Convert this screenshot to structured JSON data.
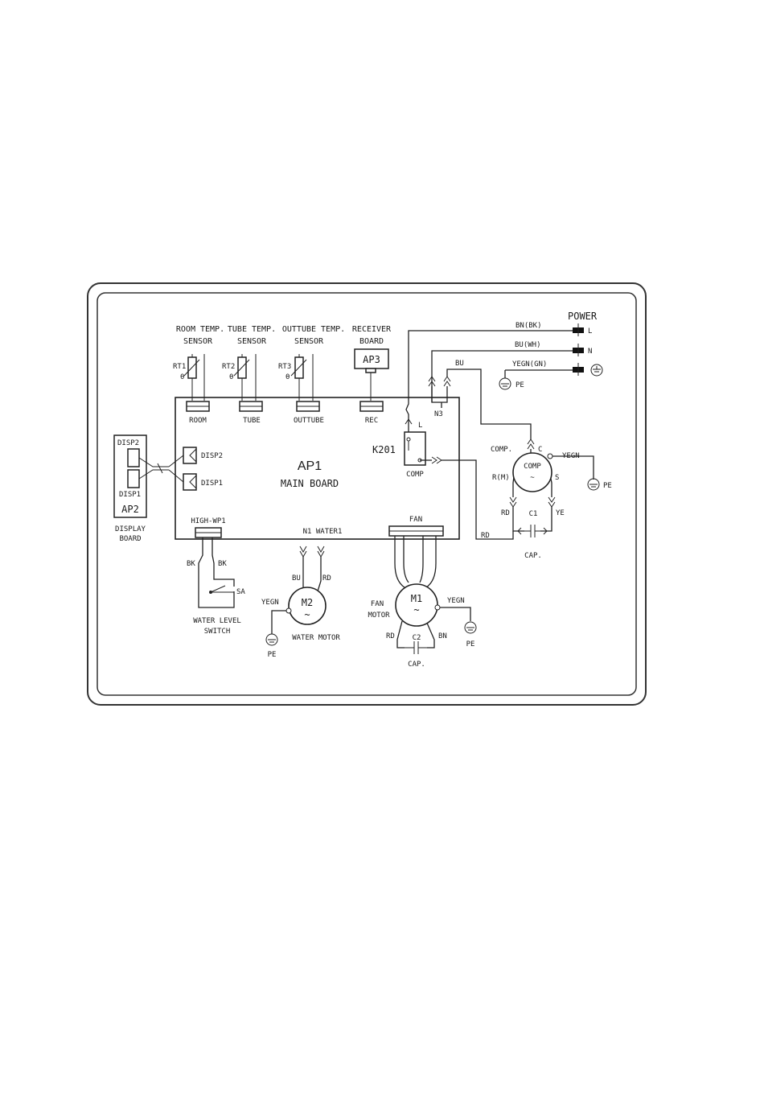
{
  "title": "POWER",
  "sensors": [
    {
      "header1": "ROOM TEMP.",
      "header2": "SENSOR",
      "ref": "RT1",
      "port": "ROOM"
    },
    {
      "header1": "TUBE TEMP.",
      "header2": "SENSOR",
      "ref": "RT2",
      "port": "TUBE"
    },
    {
      "header1": "OUTTUBE TEMP.",
      "header2": "SENSOR",
      "ref": "RT3",
      "port": "OUTTUBE"
    }
  ],
  "receiver": {
    "header1": "RECEIVER",
    "header2": "BOARD",
    "ref": "AP3",
    "port": "REC"
  },
  "main_board": {
    "ref": "AP1",
    "name": "MAIN BOARD",
    "disp2": "DISP2",
    "disp1": "DISP1",
    "high_wp": "HIGH-WP1",
    "water_port": "N1 WATER1",
    "fan_port": "FAN"
  },
  "display_board": {
    "disp2": "DISP2",
    "disp1": "DISP1",
    "ref": "AP2",
    "name1": "DISPLAY",
    "name2": "BOARD"
  },
  "relay": {
    "ref": "K201",
    "l": "L",
    "comp": "COMP"
  },
  "n3": "N3",
  "power": {
    "l_wire": "BN(BK)",
    "n_wire": "BU(WH)",
    "pe_wire": "YEGN(GN)",
    "l": "L",
    "n": "N",
    "pe": "PE"
  },
  "compressor": {
    "title": "COMP.",
    "name": "COMP",
    "c": "C",
    "r": "R(M)",
    "s": "S",
    "ground": "YEGN",
    "pe": "PE",
    "bu": "BU",
    "rd1": "RD",
    "rd2": "RD",
    "ye": "YE",
    "cap": "C1",
    "cap_label": "CAP."
  },
  "water_switch": {
    "bk1": "BK",
    "bk2": "BK",
    "sa": "SA",
    "name1": "WATER LEVEL",
    "name2": "SWITCH"
  },
  "water_motor": {
    "ref": "M2",
    "name": "WATER MOTOR",
    "bu": "BU",
    "rd": "RD",
    "ground": "YEGN",
    "pe": "PE",
    "symbol": "~"
  },
  "fan_motor": {
    "ref": "M1",
    "name1": "FAN",
    "name2": "MOTOR",
    "ground": "YEGN",
    "pe": "PE",
    "rd": "RD",
    "bn": "BN",
    "cap": "C2",
    "cap_label": "CAP.",
    "symbol": "~"
  }
}
